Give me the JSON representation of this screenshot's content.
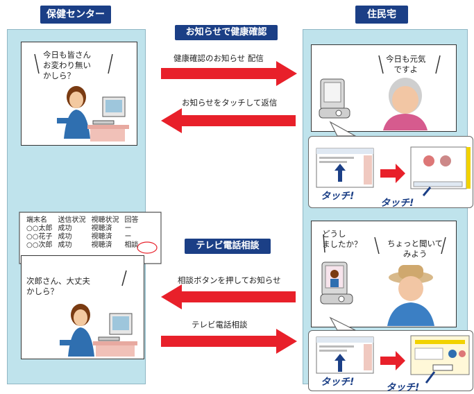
{
  "headers": {
    "left": "保健センター",
    "right": "住民宅"
  },
  "banners": {
    "top": "お知らせで健康確認",
    "middle": "テレビ電話相談"
  },
  "arrows": [
    {
      "label": "健康確認のお知らせ 配信",
      "direction": "right"
    },
    {
      "label": "お知らせをタッチして返信",
      "direction": "left"
    },
    {
      "label": "相談ボタンを押してお知らせ",
      "direction": "left"
    },
    {
      "label": "テレビ電話相談",
      "direction": "right"
    }
  ],
  "speech": {
    "staff1": [
      "今日も皆さん",
      "お変わり無い",
      "かしら？"
    ],
    "elder1": [
      "今日も元気",
      "ですよ"
    ],
    "staff2": [
      "次郎さん、大丈夫",
      "かしら？"
    ],
    "staff_video": [
      "どうし",
      "ましたか？"
    ],
    "elder2": [
      "ちょっと聞いて",
      "みよう"
    ]
  },
  "status_table": {
    "headers": [
      "端末名",
      "送信状況",
      "視聴状況",
      "回答"
    ],
    "rows": [
      [
        "○○太郎",
        "成功",
        "視聴済",
        "ー"
      ],
      [
        "○○花子",
        "成功",
        "視聴済",
        "ー"
      ],
      [
        "○○次郎",
        "成功",
        "視聴済",
        "相談"
      ]
    ]
  },
  "touch_labels": [
    "タッチ!",
    "タッチ!",
    "タッチ!",
    "タッチ!"
  ],
  "colors": {
    "panel": "#bfe3ec",
    "header": "#1b3f86",
    "arrow": "#e8202a"
  }
}
